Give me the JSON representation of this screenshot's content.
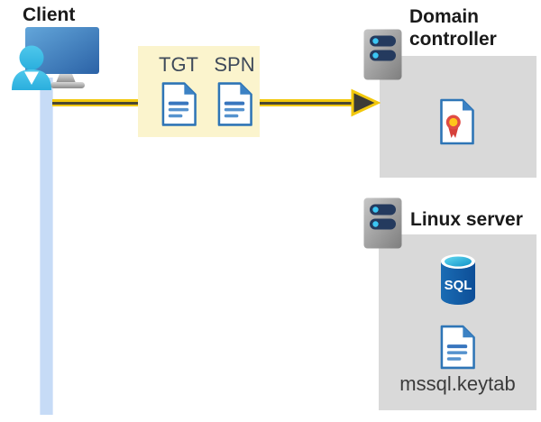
{
  "client": {
    "label": "Client"
  },
  "ticket_request": {
    "items": [
      {
        "label": "TGT",
        "icon": "document-icon"
      },
      {
        "label": "SPN",
        "icon": "document-icon"
      }
    ]
  },
  "domain_controller": {
    "label": "Domain controller",
    "icon": "server-icon",
    "content_icon": "certificate-icon"
  },
  "linux_server": {
    "label": "Linux server",
    "icon": "server-icon",
    "database_label": "SQL",
    "keytab_label": "mssql.keytab"
  },
  "colors": {
    "arrow_yellow": "#f2c80d",
    "arrow_core": "#4a4733",
    "arrowhead_fill": "#3c3b37",
    "highlight_box_yellow": "#fbf4cd",
    "panel_gray": "#d9d9d9",
    "timeline_blue": "#c6dbf6",
    "doc_border_blue": "#2e75b6",
    "server_bar_navy": "#243a5e",
    "server_dot_cyan": "#3cc6f4",
    "sql_body_blue": "#1160aa",
    "cert_ribbon_red": "#e04c44",
    "cert_seal_yellow": "#ffc61a",
    "node_label_text": "#1a1a1a",
    "ticket_label_text": "#3f4a5a",
    "keytab_text": "#3b3b3b"
  }
}
